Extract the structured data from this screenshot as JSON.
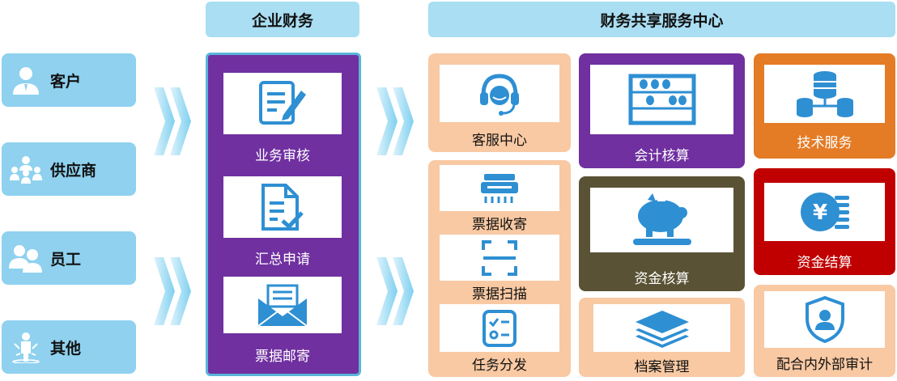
{
  "headers": {
    "enterprise_finance": "企业财务",
    "shared_service_center": "财务共享服务中心"
  },
  "sources": [
    {
      "label": "客户",
      "icon": "customer-icon"
    },
    {
      "label": "供应商",
      "icon": "supplier-icon"
    },
    {
      "label": "员工",
      "icon": "employee-icon"
    },
    {
      "label": "其他",
      "icon": "other-icon"
    }
  ],
  "enterprise_steps": [
    {
      "label": "业务审核",
      "icon": "document-edit-icon"
    },
    {
      "label": "汇总申请",
      "icon": "file-check-icon"
    },
    {
      "label": "票据邮寄",
      "icon": "mail-icon"
    }
  ],
  "services": {
    "customer_service": "客服中心",
    "bill_receiving": "票据收寄",
    "bill_scanning": "票据扫描",
    "task_dispatch": "任务分发",
    "accounting": "会计核算",
    "fund_accounting": "资金核算",
    "archive_management": "档案管理",
    "tech_service": "技术服务",
    "fund_settlement": "资金结算",
    "audit_cooperation": "配合内外部审计"
  },
  "colors": {
    "header_bg": "#a9def3",
    "source_bg": "#8fd1ef",
    "purple": "#7030a0",
    "light_orange": "#f8c9a3",
    "olive": "#5a5234",
    "orange": "#e47b25",
    "red": "#c00000",
    "icon_blue": "#2e8fd3"
  }
}
